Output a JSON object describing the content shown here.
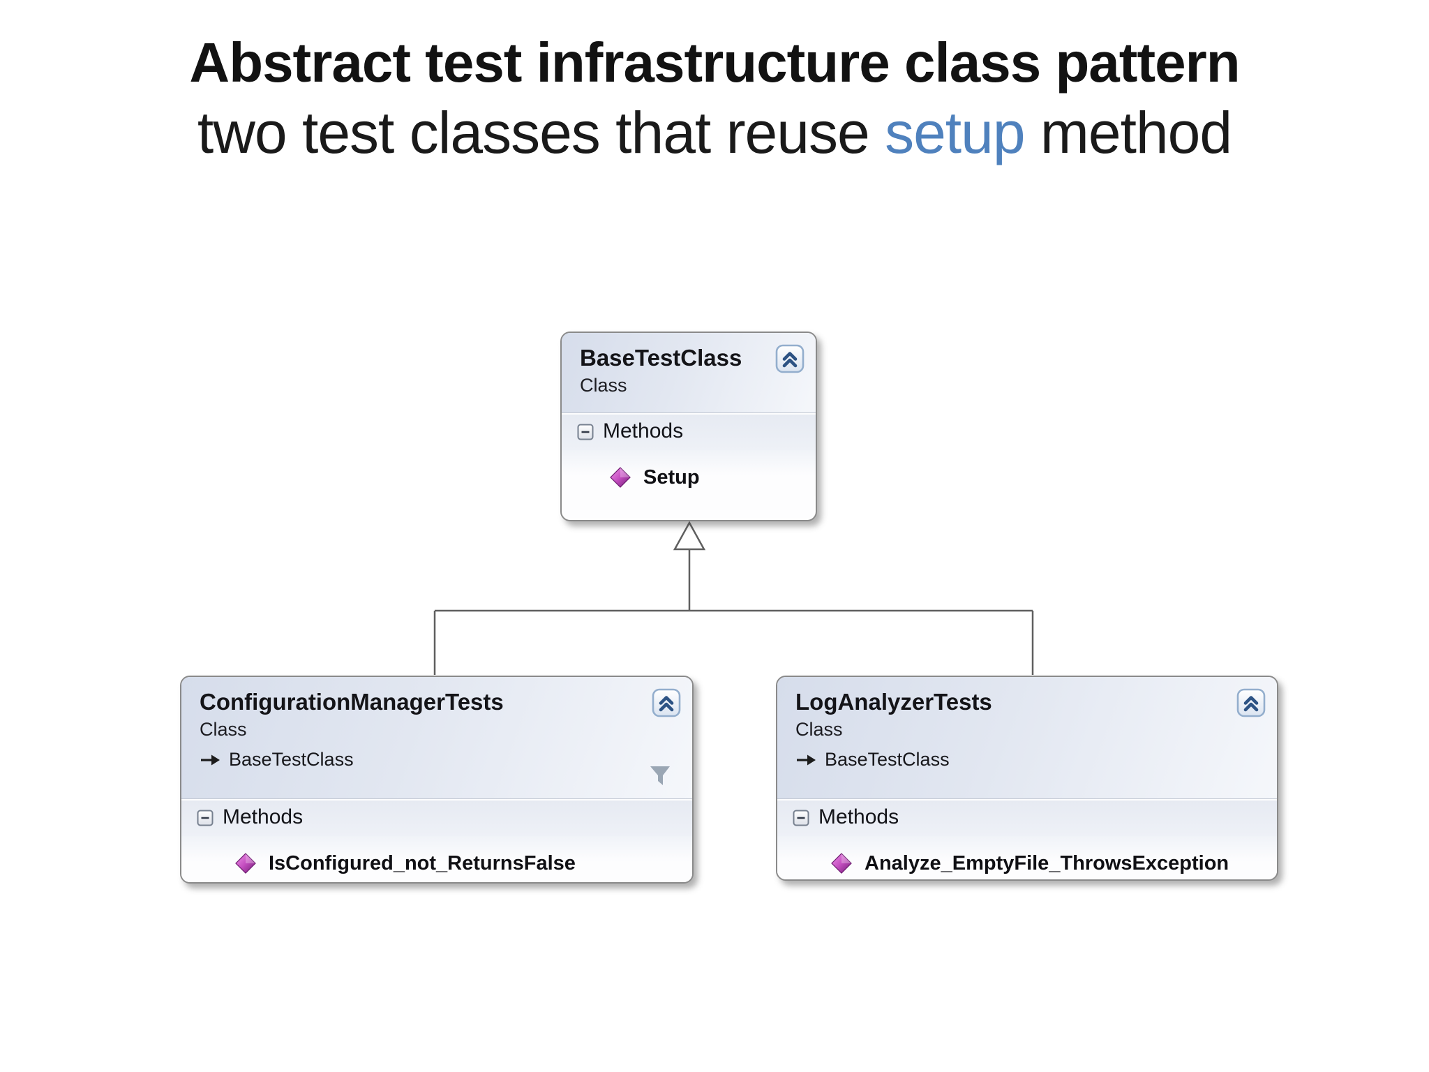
{
  "slide": {
    "title": "Abstract test infrastructure class pattern",
    "subtitle_prefix": "two test classes that reuse ",
    "subtitle_highlight": "setup",
    "subtitle_suffix": " method",
    "highlight_color": "#4f81bd"
  },
  "diagram": {
    "classes": {
      "base": {
        "name": "BaseTestClass",
        "stereotype": "Class",
        "methods_label": "Methods",
        "methods": [
          {
            "name": "Setup"
          }
        ]
      },
      "left": {
        "name": "ConfigurationManagerTests",
        "stereotype": "Class",
        "base_ref": "BaseTestClass",
        "methods_label": "Methods",
        "methods": [
          {
            "name": "IsConfigured_not_ReturnsFalse"
          }
        ]
      },
      "right": {
        "name": "LogAnalyzerTests",
        "stereotype": "Class",
        "base_ref": "BaseTestClass",
        "methods_label": "Methods",
        "methods": [
          {
            "name": "Analyze_EmptyFile_ThrowsException"
          }
        ]
      }
    },
    "relationships": [
      {
        "type": "inheritance",
        "from": "ConfigurationManagerTests",
        "to": "BaseTestClass"
      },
      {
        "type": "inheritance",
        "from": "LogAnalyzerTests",
        "to": "BaseTestClass"
      }
    ],
    "icons": {
      "collapse": "chevron-double-up-icon",
      "section_expander": "minus-box-icon",
      "method": "purple-diamond-method-icon",
      "base_ref_arrow": "inheritance-arrow-icon",
      "filter": "funnel-filter-icon"
    },
    "colors": {
      "box_border": "#8a8a8a",
      "header_gradient_start": "#d6ddeb",
      "header_gradient_end": "#f5f7fb",
      "methods_band": "#e8ecf4",
      "method_icon": "#b13fb1",
      "chevron_blue": "#2d5384",
      "connector": "#5f5f5f",
      "subtitle_highlight": "#4f81bd"
    }
  }
}
